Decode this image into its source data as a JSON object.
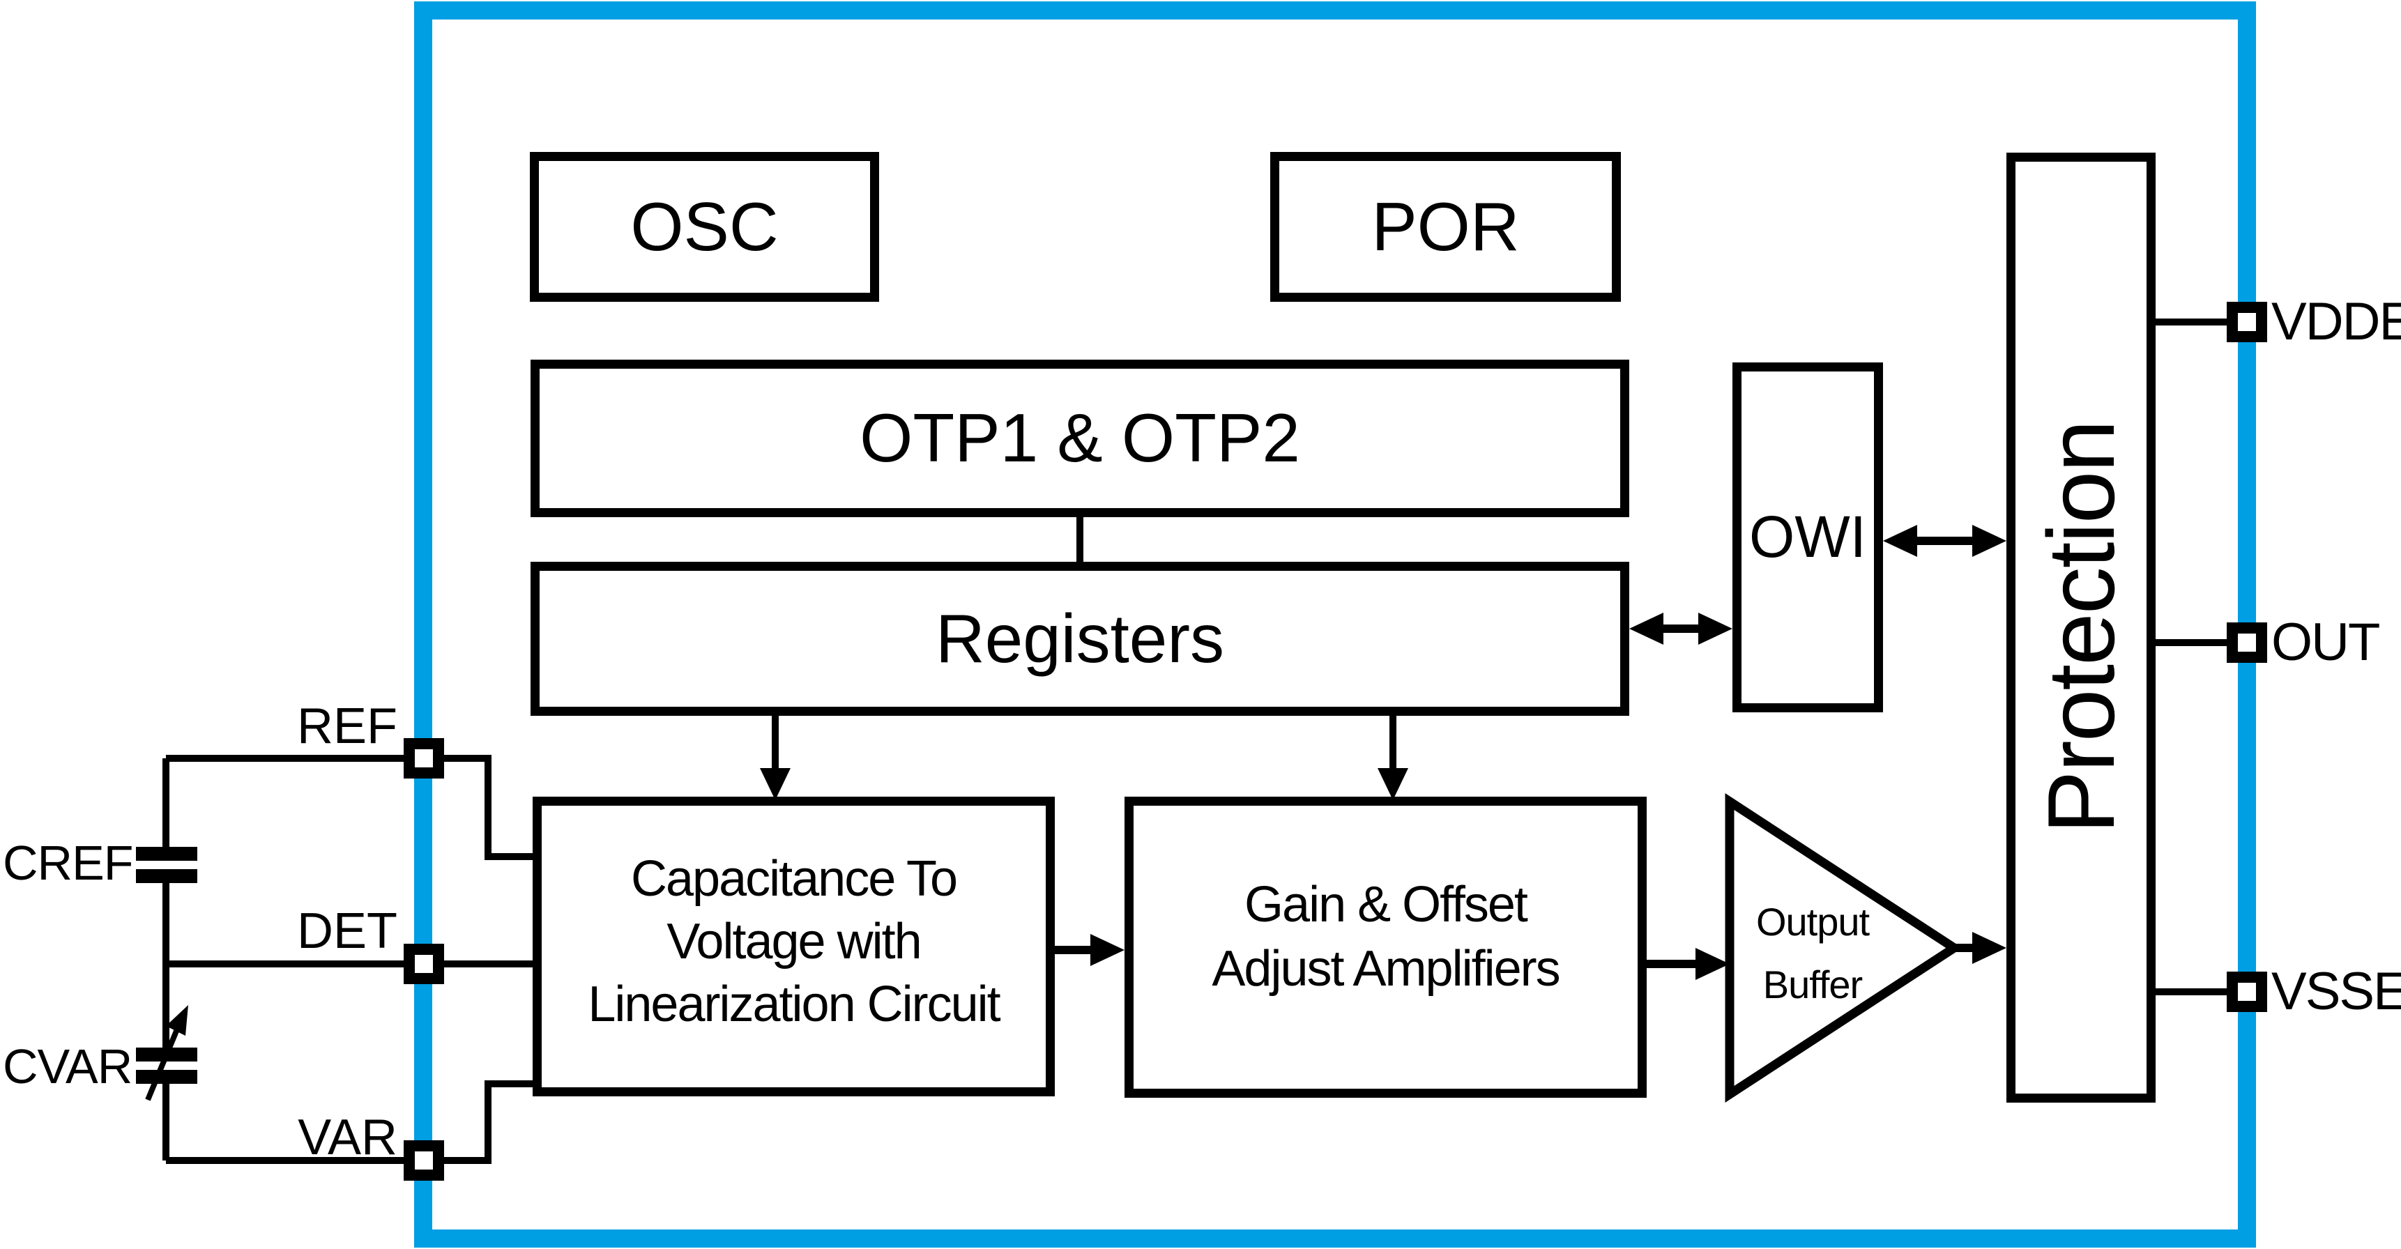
{
  "colors": {
    "chip_boundary": "#009EE3",
    "line": "#000000",
    "background": "#ffffff"
  },
  "blocks": {
    "osc": "OSC",
    "por": "POR",
    "otp": "OTP1 & OTP2",
    "registers": "Registers",
    "owi": "OWI",
    "protection": "Protection",
    "c2v_line1": "Capacitance To",
    "c2v_line2": "Voltage with",
    "c2v_line3": "Linearization Circuit",
    "gain_line1": "Gain & Offset",
    "gain_line2": "Adjust Amplifiers",
    "buffer_line1": "Output",
    "buffer_line2": "Buffer"
  },
  "pins": {
    "left": [
      {
        "label": "REF"
      },
      {
        "label": "DET"
      },
      {
        "label": "VAR"
      }
    ],
    "right": [
      {
        "label": "VDDE"
      },
      {
        "label": "OUT"
      },
      {
        "label": "VSSE"
      }
    ]
  },
  "external_components": {
    "cref": "CREF",
    "cvar": "CVAR"
  }
}
